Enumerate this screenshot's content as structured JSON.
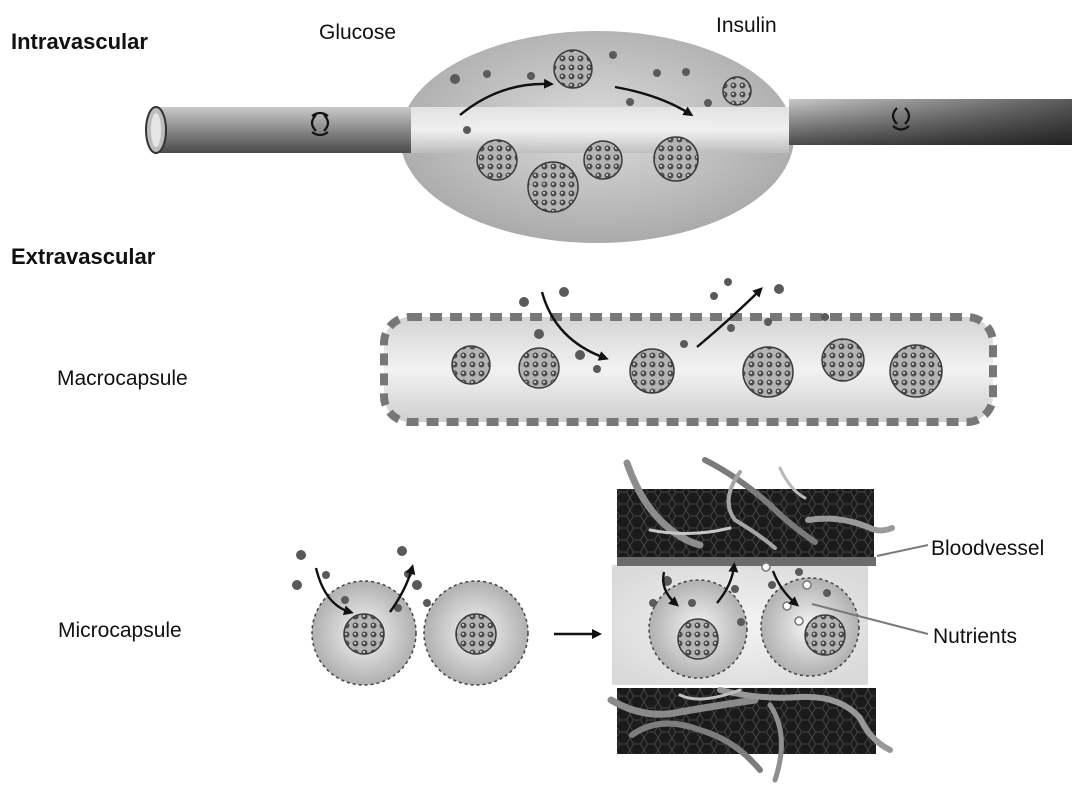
{
  "sections": {
    "intravascular": "Intravascular",
    "extravascular": "Extravascular"
  },
  "labels": {
    "glucose": "Glucose",
    "insulin": "Insulin",
    "macrocapsule": "Macrocapsule",
    "microcapsule": "Microcapsule",
    "bloodvessel": "Bloodvessel",
    "nutrients": "Nutrients"
  },
  "colors": {
    "background": "#ffffff",
    "text": "#111111",
    "tube": "#8a8a8a",
    "capsule_fill": "#c8c8c8",
    "dashed_membrane": "#777777",
    "tissue": "#1c1c1c",
    "vessel_strand": "#8d8d8d",
    "arrow": "#111111"
  },
  "icons": {
    "islet": "islet-cluster-icon",
    "molecule": "molecule-dot-icon",
    "arrow": "curved-arrow-icon"
  }
}
